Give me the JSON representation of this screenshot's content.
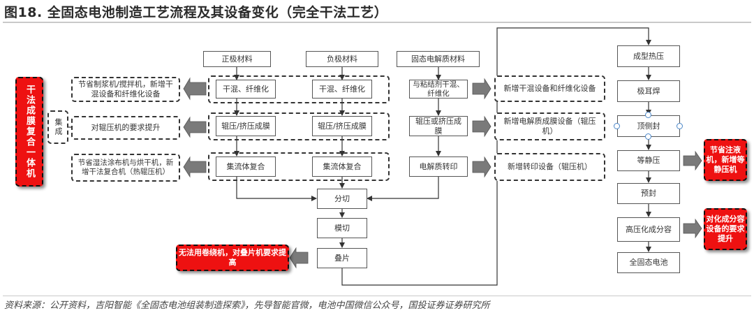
{
  "title": "图18. 全固态电池制造工艺流程及其设备变化（完全干法工艺）",
  "footer": "资料来源：公开资料，吉阳智能《全固态电池组装制造探索》，先导智能官微，电池中国微信公众号，国投证券证券研究所",
  "headers": {
    "cathode": "正极材料",
    "anode": "负极材料",
    "electrolyte": "固态电解质材料"
  },
  "left_side": {
    "red_label": "干法成膜复合一体机",
    "integration": "集成",
    "note1": "节省制浆机/搅拌机，新增干混设备和纤维化设备",
    "note2": "对辊压机的要求提升",
    "note3": "节省湿法涂布机与烘干机，新增干法复合机（热辊压机）"
  },
  "process": {
    "cathode_dry_mix": "干混、纤维化",
    "anode_dry_mix": "干混、纤维化",
    "electrolyte_dry_mix": "与粘结剂干混、纤维化",
    "cathode_roll": "辊压/挤压成膜",
    "anode_roll": "辊压/挤压成膜",
    "electrolyte_roll": "辊压或挤压成膜",
    "cathode_collector": "集流体复合",
    "anode_collector": "集流体复合",
    "electrolyte_transfer": "电解质转印",
    "slitting": "分切",
    "die_cut": "模切",
    "stacking": "叠片"
  },
  "right_notes": {
    "note1": "新增干混设备和纤维化设备",
    "note2": "新增电解质成膜设备（辊压机）",
    "note3": "新增转印设备（辊压机）"
  },
  "stacking_note": "无法用卷绕机，对叠片机要求提高",
  "assembly": {
    "step1": "成型热压",
    "step2": "极耳焊",
    "step3": "顶侧封",
    "step4": "等静压",
    "step5": "预封",
    "step6": "高压化成分容",
    "step7": "全固态电池"
  },
  "assembly_notes": {
    "isostatic": "节省注液机，新增等静压机",
    "formation": "对化成分容设备的要求提升"
  },
  "colors": {
    "accent_red": "#ee1111",
    "arrow_gray": "#7a7a7a",
    "handle_blue": "#4a86c8"
  }
}
